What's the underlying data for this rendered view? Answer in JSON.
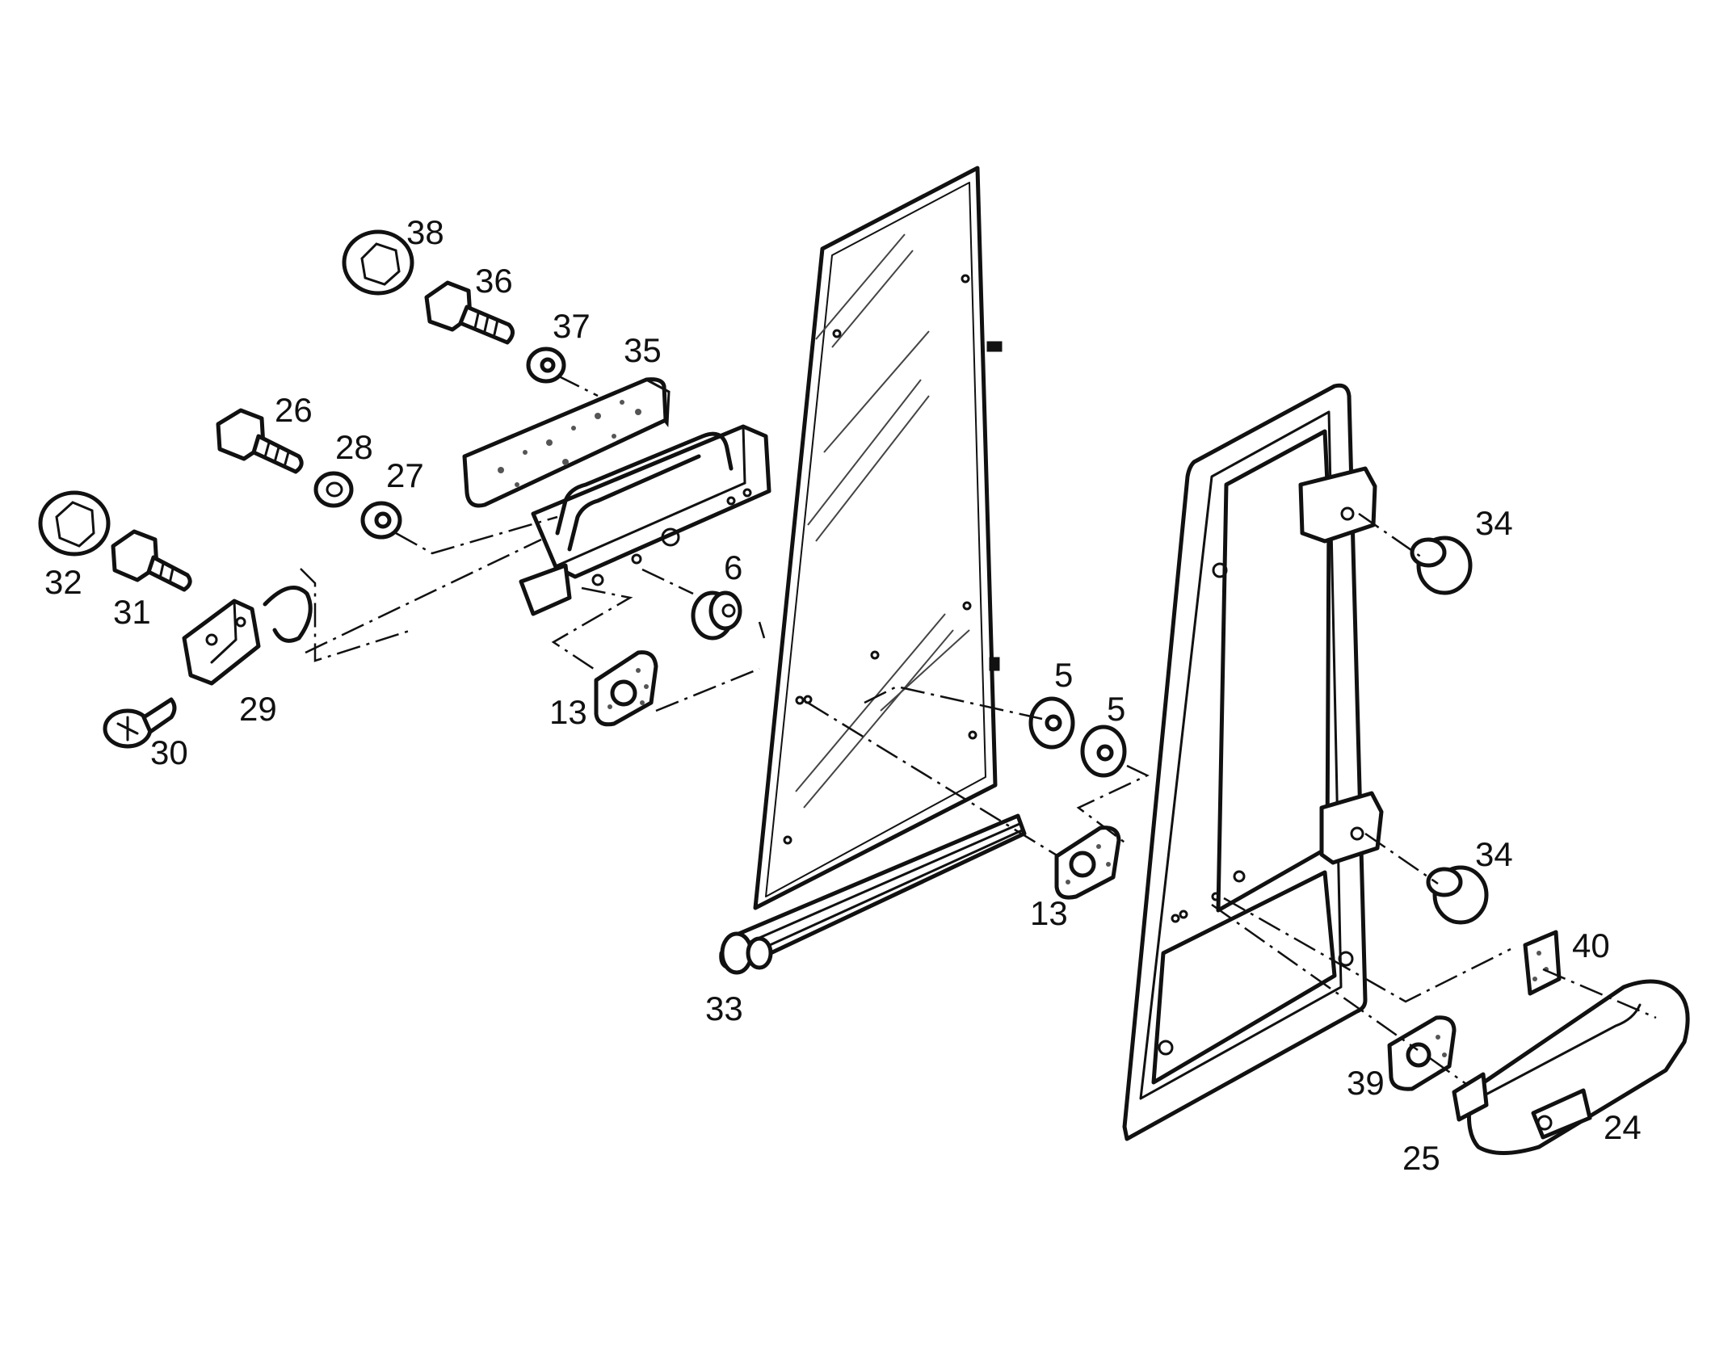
{
  "diagram": {
    "callouts": {
      "c38": "38",
      "c36": "36",
      "c37": "37",
      "c35": "35",
      "c26": "26",
      "c28": "28",
      "c27": "27",
      "c32": "32",
      "c31": "31",
      "c29": "29",
      "c30": "30",
      "c6": "6",
      "c13a": "13",
      "c13b": "13",
      "c5a": "5",
      "c5b": "5",
      "c34a": "34",
      "c34b": "34",
      "c33": "33",
      "c40": "40",
      "c39": "39",
      "c24": "24",
      "c25": "25"
    }
  }
}
